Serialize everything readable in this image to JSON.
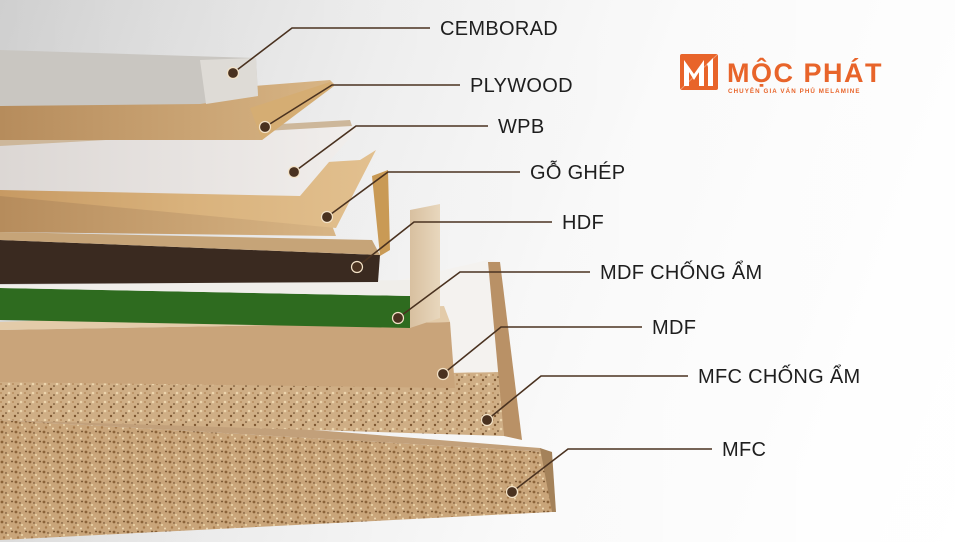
{
  "logo": {
    "name": "MỘC PHÁT",
    "tagline": "CHUYÊN GIA VÁN PHỦ MELAMINE",
    "mark_letters": "M1",
    "brand_color": "#e8642a"
  },
  "boards": [
    {
      "label": "CEMBORAD"
    },
    {
      "label": "PLYWOOD"
    },
    {
      "label": "WPB"
    },
    {
      "label": "GỖ GHÉP"
    },
    {
      "label": "HDF"
    },
    {
      "label": "MDF CHỐNG ẨM"
    },
    {
      "label": "MDF"
    },
    {
      "label": "MFC CHỐNG ẨM"
    },
    {
      "label": "MFC"
    }
  ],
  "leader_color": "#4a3220"
}
